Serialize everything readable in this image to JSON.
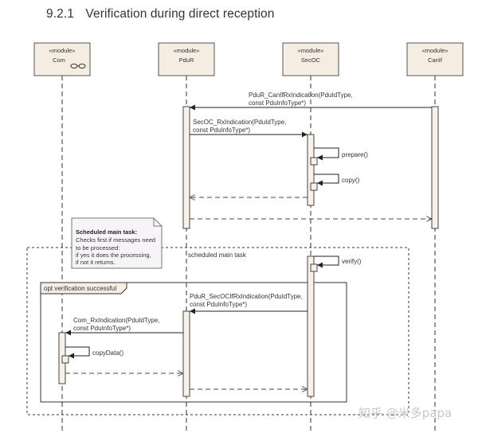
{
  "heading": {
    "number": "9.2.1",
    "title": "Verification during direct reception"
  },
  "participants": [
    {
      "stereotype": "«module»",
      "name": "Com",
      "icon": "component-link-icon"
    },
    {
      "stereotype": "«module»",
      "name": "PduR"
    },
    {
      "stereotype": "«module»",
      "name": "SecOC"
    },
    {
      "stereotype": "«module»",
      "name": "CanIf"
    }
  ],
  "messages": {
    "canif_rx_line1": "PduR_CanIfRxIndication(PduIdType,",
    "canif_rx_line2": "const PduInfoType*)",
    "secoc_rx_line1": "SecOC_RxIndication(PduIdType,",
    "secoc_rx_line2": "const PduInfoType*)",
    "prepare": "prepare()",
    "copy": "copy()",
    "verify": "verify()",
    "secoc_if_rx_line1": "PduR_SecOCIfRxIndication(PduIdType,",
    "secoc_if_rx_line2": "const PduInfoType*)",
    "com_rx_line1": "Com_RxIndication(PduIdType,",
    "com_rx_line2": "const PduInfoType*)",
    "copy_data": "copyData()"
  },
  "note": {
    "title": "Scheduled main task:",
    "lines": [
      "Checks first if  messages need",
      "to be processed:",
      "if yes it does the processing,",
      "if not it returns."
    ]
  },
  "frames": {
    "scheduled_label": "scheduled main task",
    "opt_label": "opt verification successful"
  },
  "watermark": "知乎 @米多papa",
  "colors": {
    "box_fill": "#f5ede1",
    "activation_fill": "#f8f1e6",
    "line": "#333333"
  }
}
